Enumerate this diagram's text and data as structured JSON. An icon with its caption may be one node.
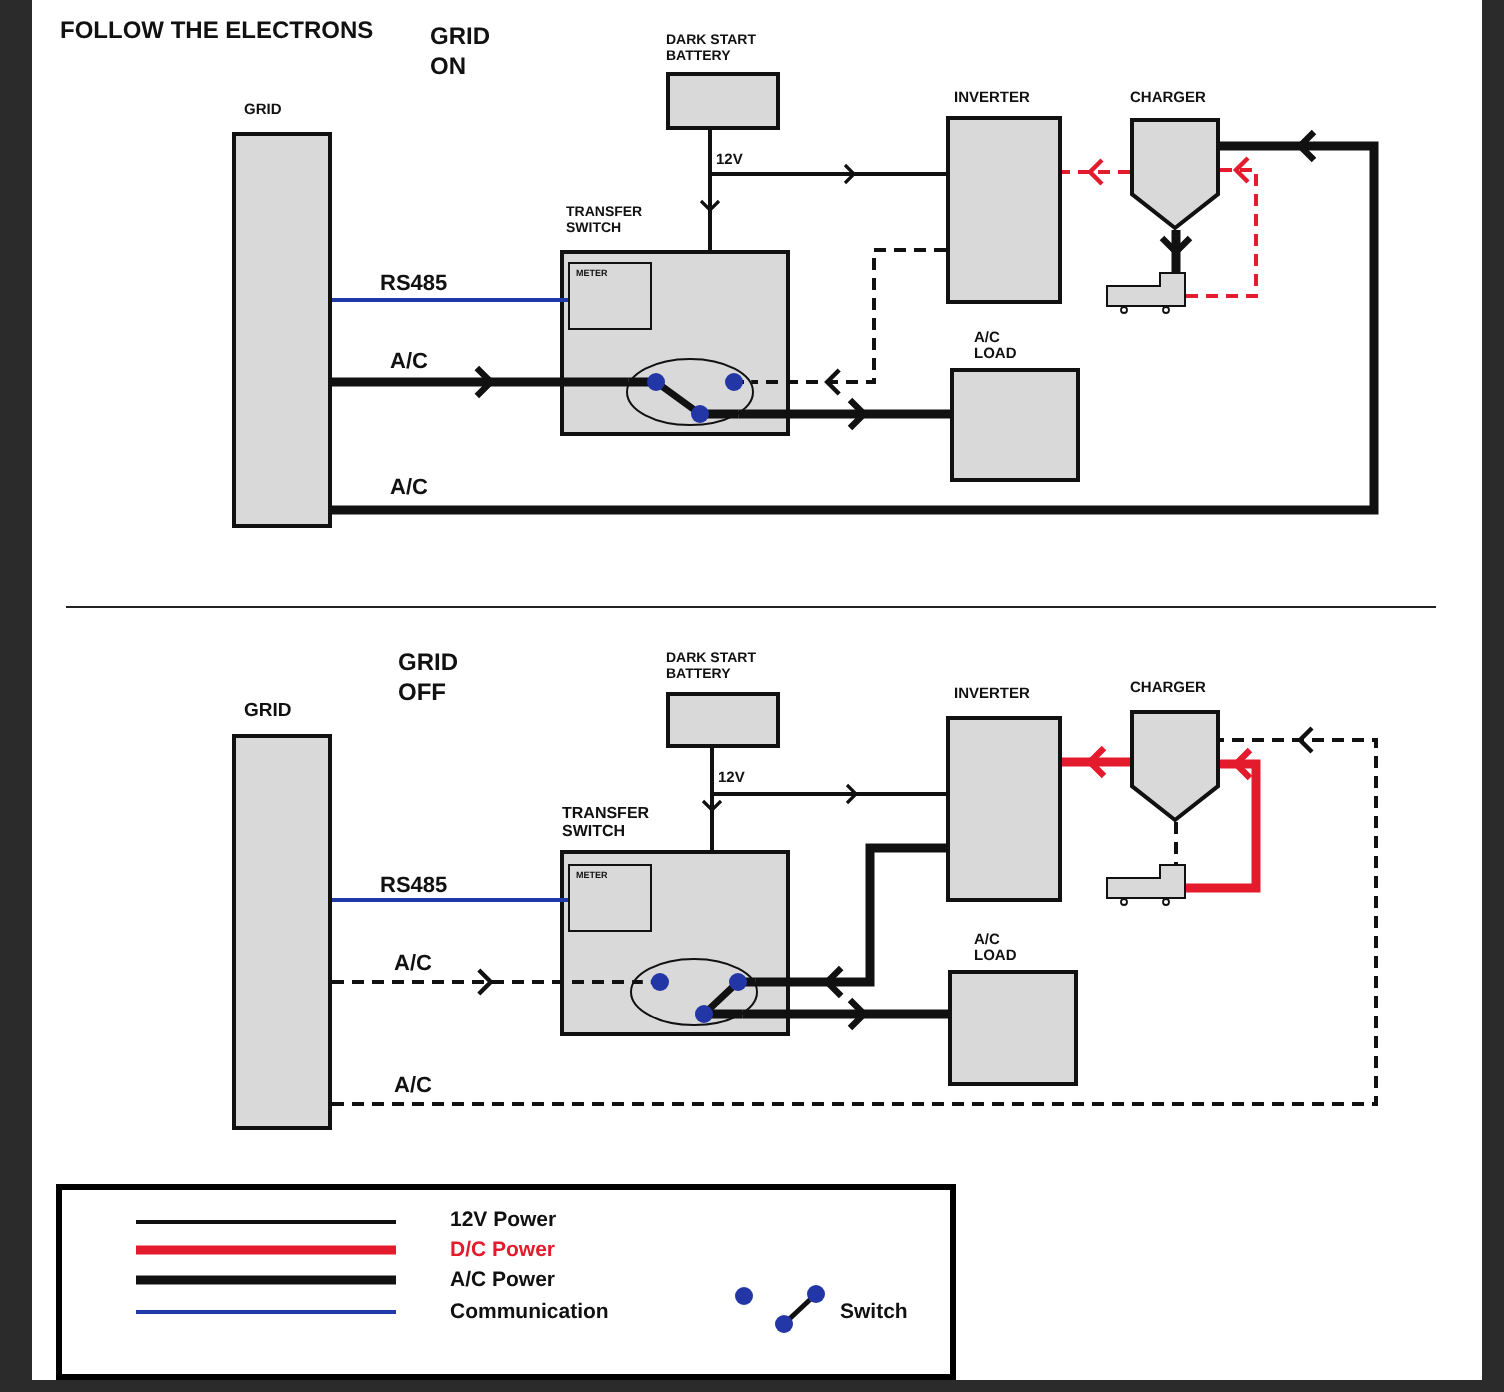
{
  "diagram": {
    "title": "FOLLOW THE ELECTRONS",
    "nodes": [
      {
        "text": [
          "GRID"
        ]
      },
      {
        "text": [
          "DARK START BATTERY"
        ]
      },
      {
        "text": [
          "INVERTER"
        ]
      },
      {
        "text": [
          "CHARGER"
        ]
      },
      {
        "text": [
          "TRANSFER SWITCH"
        ]
      },
      {
        "text": [
          "METER"
        ],
        "in": 4
      },
      {
        "text": [],
        "shape": "ellipse",
        "in": 4
      },
      {
        "text": [],
        "shape": "picture"
      },
      {
        "text": [
          "A/C LOAD"
        ]
      },
      {
        "text": [
          "GRID"
        ]
      },
      {
        "text": [
          "DARK START BATTERY"
        ]
      },
      {
        "text": [
          "INVERTER"
        ]
      },
      {
        "text": [
          "CHARGER"
        ]
      },
      {
        "text": [
          "TRANSFER SWITCH"
        ]
      },
      {
        "text": [
          "METER"
        ],
        "in": 13
      },
      {
        "text": [],
        "shape": "ellipse",
        "in": 13
      },
      {
        "text": [],
        "shape": "picture"
      },
      {
        "text": [
          "A/C LOAD"
        ]
      }
    ],
    "edges": [
      {
        "from": 0,
        "to": 5,
        "arrow": "none",
        "label": "RS485",
        "color": "#1f3aa8"
      },
      {
        "from": 0,
        "to": 6,
        "arrow": "to",
        "label": "A/C",
        "style": "thick"
      },
      {
        "from": 0,
        "to": 3,
        "arrow": "to",
        "label": "A/C",
        "style": "thick"
      },
      {
        "from": 1,
        "to": 4,
        "arrow": "to"
      },
      {
        "from": 1,
        "to": 2,
        "arrow": "to",
        "label": "12V"
      },
      {
        "from": 2,
        "to": 6,
        "arrow": "to",
        "style": "dashed"
      },
      {
        "from": 6,
        "to": 8,
        "arrow": "to",
        "style": "thick"
      },
      {
        "from": 3,
        "to": 7,
        "arrow": "to",
        "style": "thick"
      },
      {
        "from": 7,
        "to": 3,
        "arrow": "to",
        "style": "dashed",
        "color": "#e31b2c"
      },
      {
        "from": 3,
        "to": 2,
        "arrow": "to",
        "style": "dashed",
        "color": "#e31b2c"
      },
      {
        "from": 9,
        "to": 14,
        "arrow": "none",
        "label": "RS485",
        "color": "#1f3aa8"
      },
      {
        "from": 9,
        "to": 15,
        "arrow": "to",
        "label": "A/C",
        "style": "dashed"
      },
      {
        "from": 9,
        "to": 12,
        "arrow": "to",
        "label": "A/C",
        "style": "dashed"
      },
      {
        "from": 10,
        "to": 13,
        "arrow": "to"
      },
      {
        "from": 10,
        "to": 11,
        "arrow": "to",
        "label": "12V"
      },
      {
        "from": 11,
        "to": 15,
        "arrow": "to",
        "style": "thick"
      },
      {
        "from": 15,
        "to": 17,
        "arrow": "to",
        "style": "thick"
      },
      {
        "from": 12,
        "to": 16,
        "arrow": "none",
        "style": "dashed"
      },
      {
        "from": 16,
        "to": 12,
        "arrow": "to",
        "style": "thick",
        "color": "#e31b2c"
      },
      {
        "from": 12,
        "to": 11,
        "arrow": "to",
        "style": "thick",
        "color": "#e31b2c"
      }
    ],
    "labels": [
      "GRID ON",
      "GRID OFF"
    ],
    "legend": [
      {
        "text": "12V Power"
      },
      {
        "text": "D/C Power"
      },
      {
        "text": "A/C Power"
      },
      {
        "text": "Communication"
      },
      {
        "text": "Switch"
      }
    ]
  }
}
